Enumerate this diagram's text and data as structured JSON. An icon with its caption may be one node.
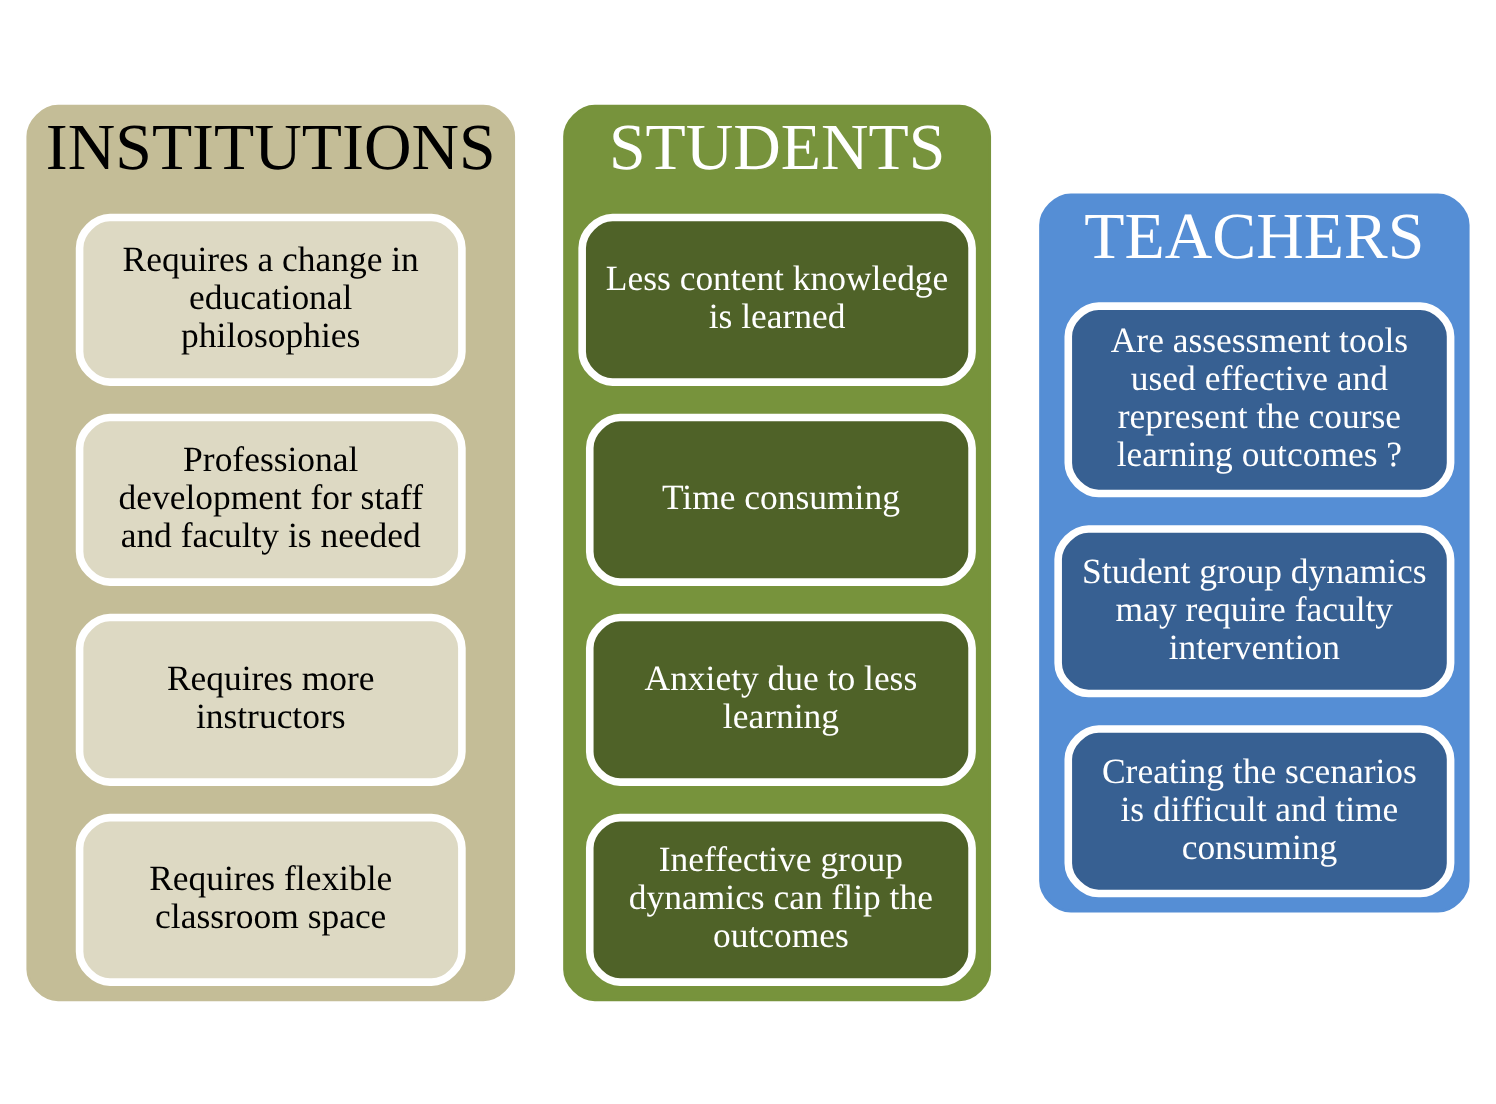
{
  "diagram": {
    "nodes": [
      {
        "text": [
          "STUDENTS"
        ]
      },
      {
        "text": [
          "Time consuming"
        ],
        "in": 0
      },
      {
        "text": [
          "Anxiety due to less learning"
        ],
        "in": 0
      },
      {
        "text": [
          "Less content knowledge is learned"
        ],
        "in": 0
      },
      {
        "text": [
          "Ineffective group dynamics can flip the outcomes"
        ],
        "in": 0
      },
      {
        "text": [
          "TEACHERS"
        ]
      },
      {
        "text": [
          "Creating the scenarios is difficult and time consuming"
        ],
        "in": 5
      },
      {
        "text": [
          "Student group dynamics may require faculty intervention"
        ],
        "in": 5
      },
      {
        "text": [
          "Are assessment tools used effective and represent the course learning outcomes ?"
        ],
        "in": 5
      },
      {
        "text": [
          "INSTITUTIONS"
        ]
      },
      {
        "text": [
          "Requires a change in educational philosophies"
        ],
        "in": 9
      },
      {
        "text": [
          "Professional development for staff and faculty is needed"
        ],
        "in": 9
      },
      {
        "text": [
          "Requires more instructors"
        ],
        "in": 9
      },
      {
        "text": [
          "Requires flexible classroom space"
        ],
        "in": 9
      }
    ],
    "edges": []
  }
}
